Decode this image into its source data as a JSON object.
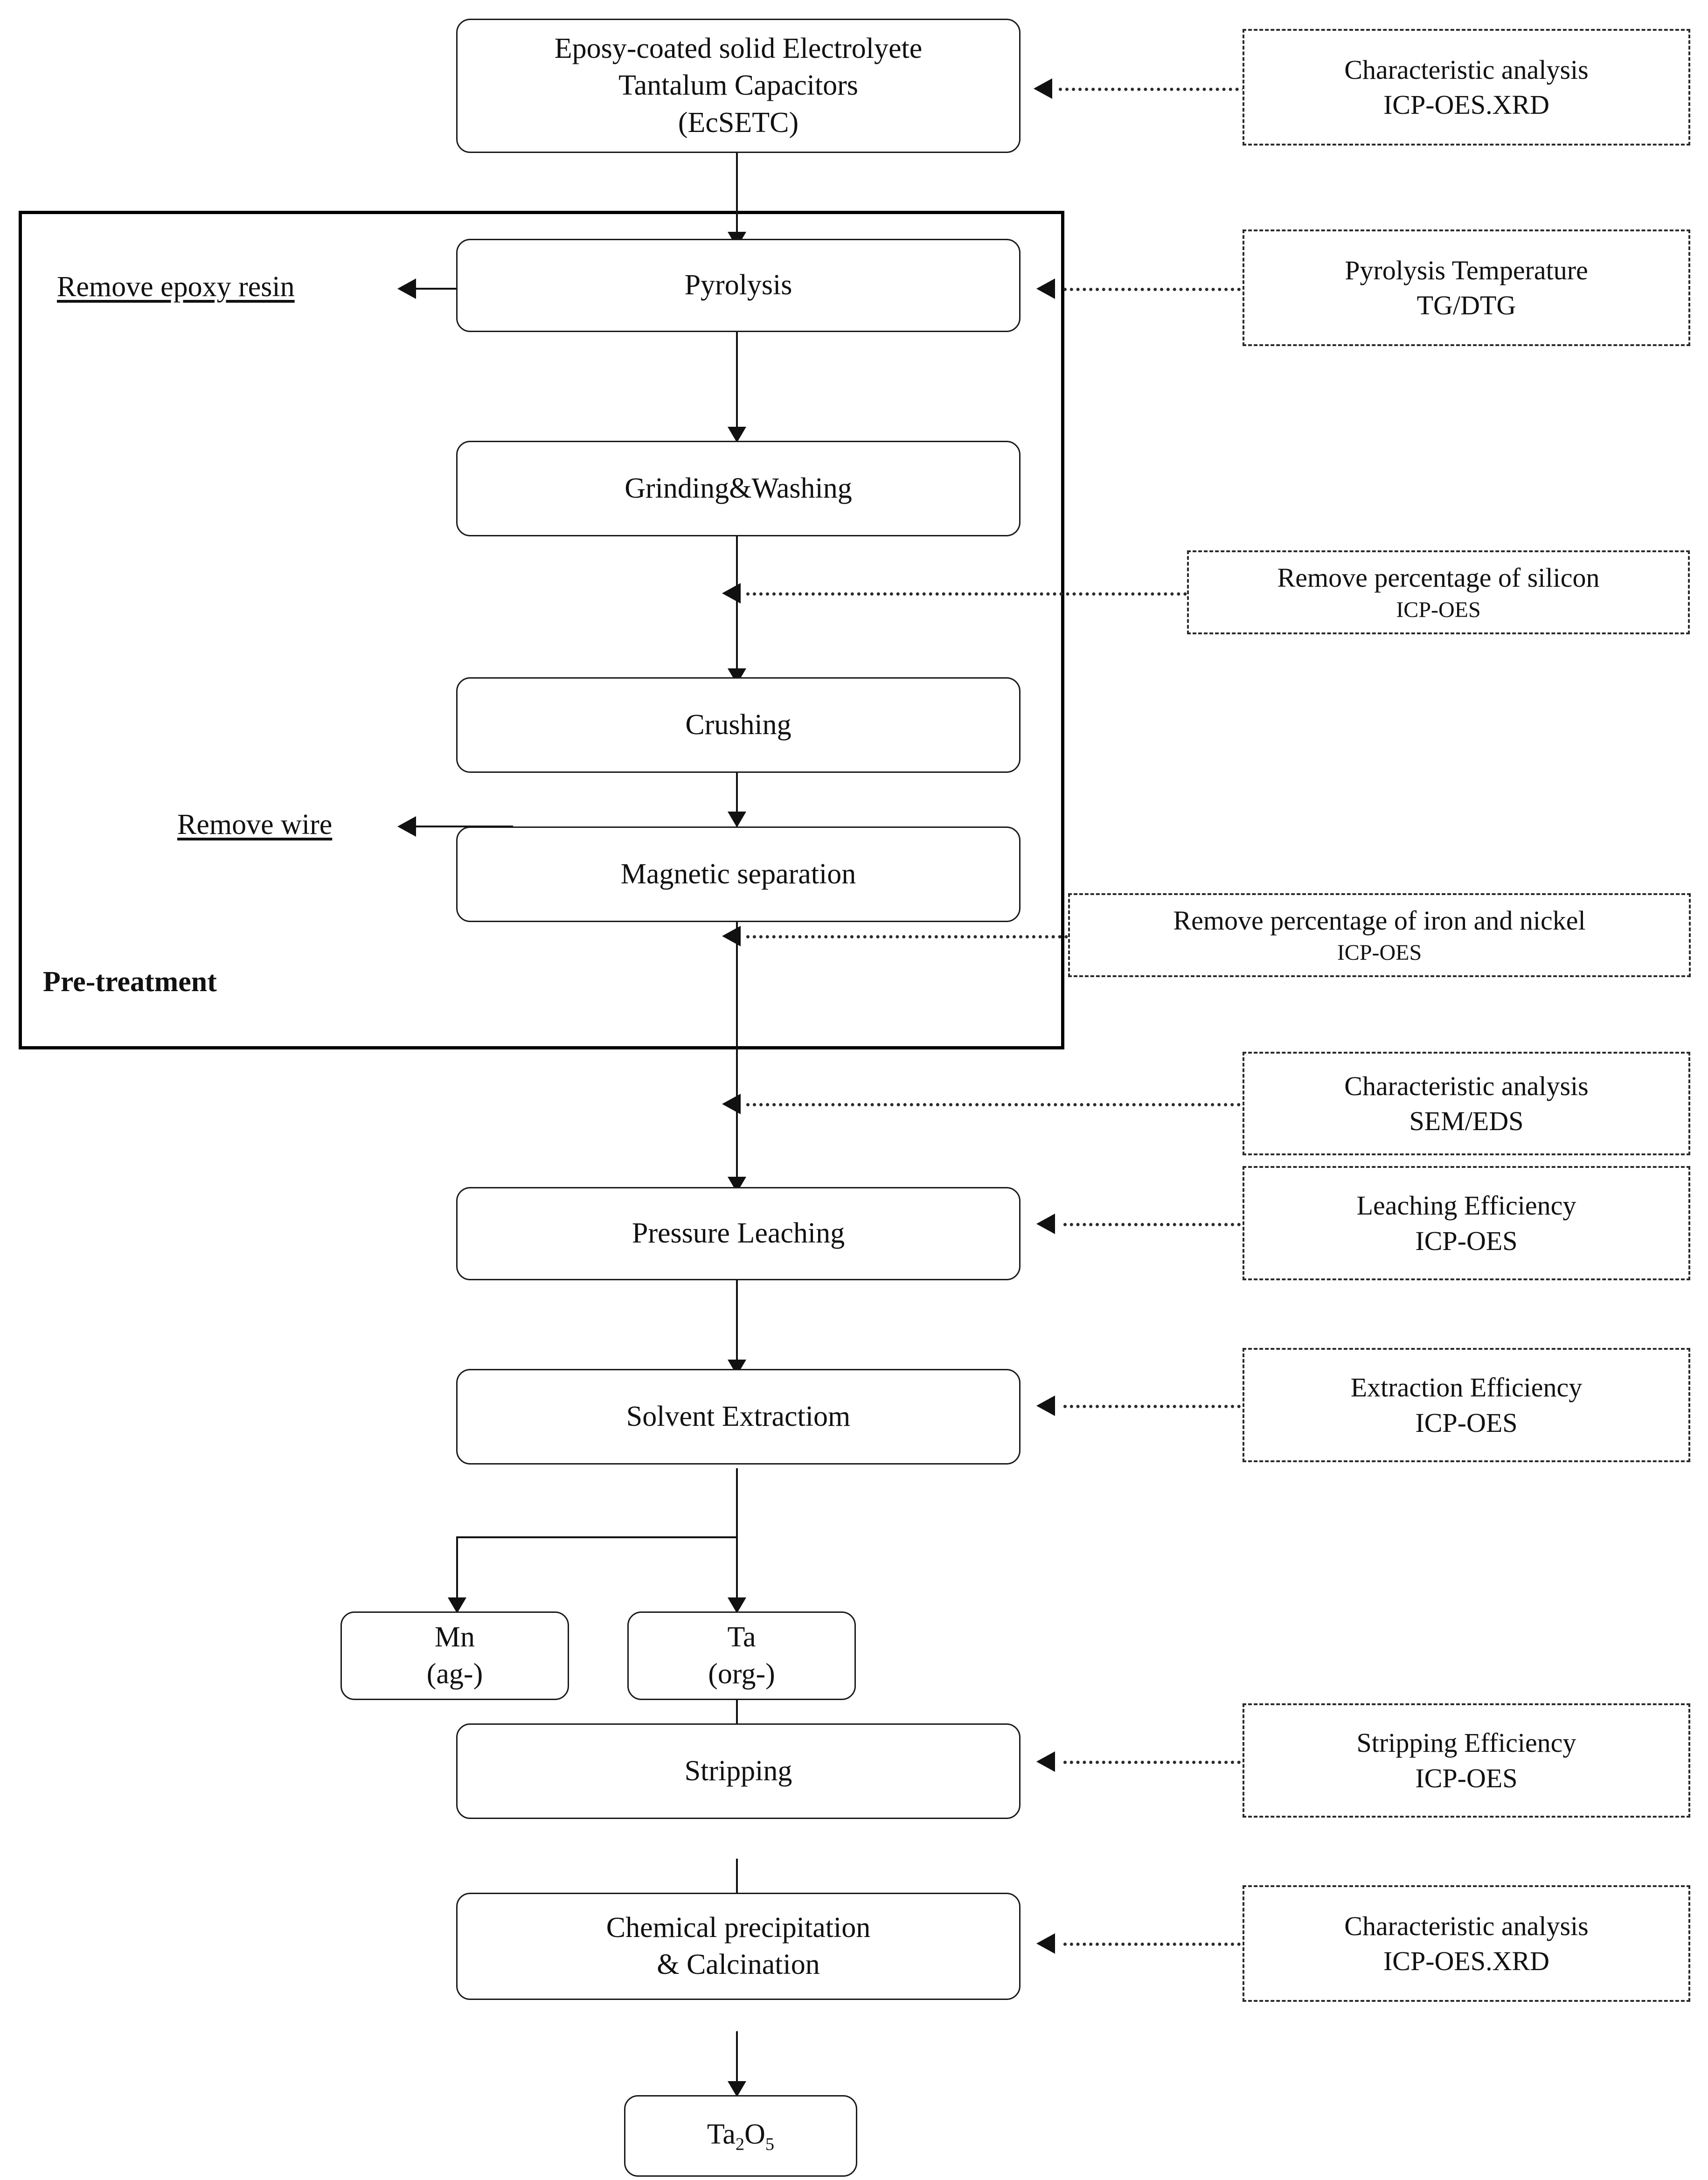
{
  "diagram": {
    "title": "Tantalum capacitor recycling process flowchart",
    "group_label": "Pre-treatment",
    "accent_color": "#111111",
    "dashed_color": "#2b2b2b"
  },
  "process_nodes": [
    {
      "id": "feed",
      "label": "Eposy-coated solid Electrolyete\nTantalum Capacitors\n(EcSETC)"
    },
    {
      "id": "pyrolysis",
      "label": "Pyrolysis"
    },
    {
      "id": "grinding",
      "label": "Grinding&Washing"
    },
    {
      "id": "crushing",
      "label": "Crushing"
    },
    {
      "id": "magnetic",
      "label": "Magnetic separation"
    },
    {
      "id": "leaching",
      "label": "Pressure Leaching"
    },
    {
      "id": "extraction",
      "label": "Solvent Extractiom"
    },
    {
      "id": "mn",
      "label": "Mn\n(ag-)"
    },
    {
      "id": "ta",
      "label": "Ta\n(org-)"
    },
    {
      "id": "stripping",
      "label": "Stripping"
    },
    {
      "id": "precip",
      "label": "Chemical precipitation\n&  Calcination"
    },
    {
      "id": "product",
      "label": "Ta2O5"
    }
  ],
  "product_formula": {
    "element": "Ta",
    "sub1": "2",
    "oxygen": "O",
    "sub2": "5"
  },
  "annotations": [
    {
      "id": "ann-feed",
      "line1": "Characteristic analysis",
      "line2": "ICP-OES.XRD",
      "line2_small": false
    },
    {
      "id": "ann-pyrolysis",
      "line1": "Pyrolysis Temperature",
      "line2": "TG/DTG",
      "line2_small": false
    },
    {
      "id": "ann-silicon",
      "line1": "Remove percentage of silicon",
      "line2": "ICP-OES",
      "line2_small": true
    },
    {
      "id": "ann-ironnickel",
      "line1": "Remove percentage of iron and nickel",
      "line2": "ICP-OES",
      "line2_small": true
    },
    {
      "id": "ann-semeds",
      "line1": "Characteristic analysis",
      "line2": "SEM/EDS",
      "line2_small": false
    },
    {
      "id": "ann-leaching",
      "line1": "Leaching Efficiency",
      "line2": "ICP-OES",
      "line2_small": false
    },
    {
      "id": "ann-extraction",
      "line1": "Extraction Efficiency",
      "line2": "ICP-OES",
      "line2_small": false
    },
    {
      "id": "ann-stripping",
      "line1": "Stripping Efficiency",
      "line2": "ICP-OES",
      "line2_small": false
    },
    {
      "id": "ann-precip",
      "line1": "Characteristic analysis",
      "line2": "ICP-OES.XRD",
      "line2_small": false
    }
  ],
  "side_outputs": [
    {
      "id": "out-epoxy",
      "label": "Remove epoxy resin"
    },
    {
      "id": "out-wire",
      "label": "Remove wire"
    }
  ]
}
